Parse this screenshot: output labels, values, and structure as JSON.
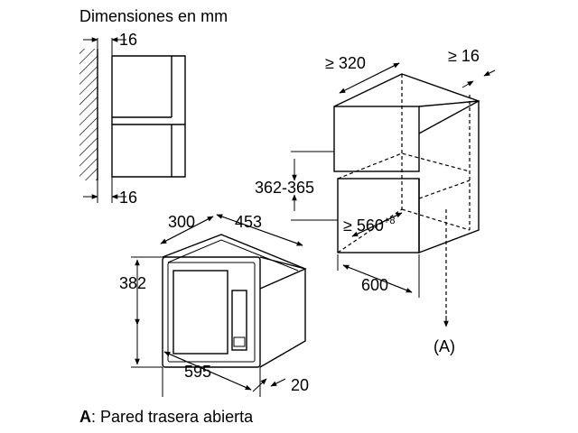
{
  "title": "Dimensiones en mm",
  "side_view": {
    "gap_top": "16",
    "gap_bottom": "16"
  },
  "microwave": {
    "depth": "300",
    "width_top": "453",
    "height": "382",
    "width_bottom": "595",
    "front_depth": "20"
  },
  "cabinet": {
    "top_depth": "≥ 320",
    "top_gap": "≥ 16",
    "opening_height": "362-365",
    "opening_depth": "≥ 560",
    "opening_depth_tolerance": "+8",
    "width": "600",
    "rear_label": "(A)"
  },
  "legend": {
    "key": "A",
    "text": ": Pared trasera abierta"
  }
}
